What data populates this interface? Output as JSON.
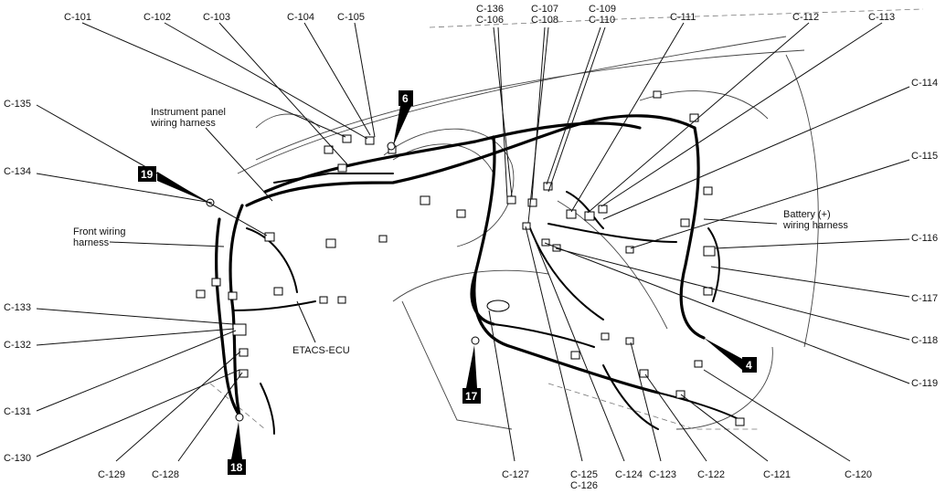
{
  "connectors": {
    "c101": "C-101",
    "c102": "C-102",
    "c103": "C-103",
    "c104": "C-104",
    "c105": "C-105",
    "c136": "C-136",
    "c106": "C-106",
    "c107": "C-107",
    "c108": "C-108",
    "c109": "C-109",
    "c110": "C-110",
    "c111": "C-111",
    "c112": "C-112",
    "c113": "C-113",
    "c114": "C-114",
    "c115": "C-115",
    "c116": "C-116",
    "c117": "C-117",
    "c118": "C-118",
    "c119": "C-119",
    "c120": "C-120",
    "c121": "C-121",
    "c122": "C-122",
    "c123": "C-123",
    "c124": "C-124",
    "c125": "C-125",
    "c126": "C-126",
    "c127": "C-127",
    "c128": "C-128",
    "c129": "C-129",
    "c130": "C-130",
    "c131": "C-131",
    "c132": "C-132",
    "c133": "C-133",
    "c134": "C-134",
    "c135": "C-135"
  },
  "notes": {
    "instrument_panel_line1": "Instrument panel",
    "instrument_panel_line2": "wiring harness",
    "front_line1": "Front wiring",
    "front_line2": "harness",
    "battery_line1": "Battery (+)",
    "battery_line2": "wiring harness",
    "etacs": "ETACS-ECU"
  },
  "badges": {
    "b6": "6",
    "b19": "19",
    "b4": "4",
    "b17": "17",
    "b18": "18"
  }
}
